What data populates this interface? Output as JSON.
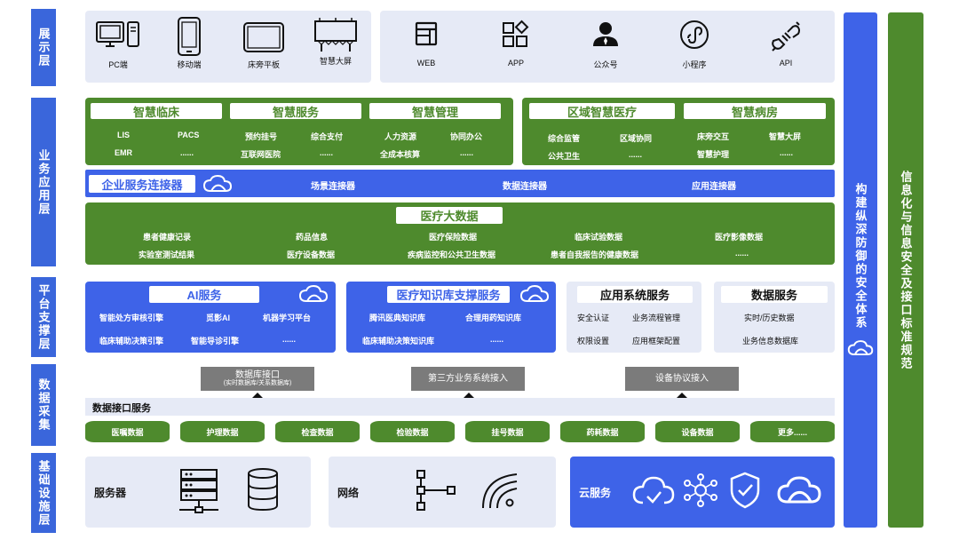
{
  "layers": {
    "display": "展示层",
    "business": "业务应用层",
    "platform": "平台支撑层",
    "data": "数据采集",
    "infra": "基础设施层"
  },
  "display": {
    "left_items": [
      {
        "label": "PC端",
        "icon": "pc-icon"
      },
      {
        "label": "移动端",
        "icon": "mobile-icon"
      },
      {
        "label": "床旁平板",
        "icon": "tablet-icon"
      },
      {
        "label": "智慧大屏",
        "icon": "big-screen-icon"
      }
    ],
    "right_items": [
      {
        "label": "WEB",
        "icon": "web-icon"
      },
      {
        "label": "APP",
        "icon": "app-icon"
      },
      {
        "label": "公众号",
        "icon": "official-account-icon"
      },
      {
        "label": "小程序",
        "icon": "mini-program-icon"
      },
      {
        "label": "API",
        "icon": "api-icon"
      }
    ]
  },
  "business": {
    "group1": {
      "sections": [
        {
          "title": "智慧临床",
          "items": [
            "LIS",
            "PACS",
            "EMR",
            "......"
          ]
        },
        {
          "title": "智慧服务",
          "items": [
            "预约挂号",
            "综合支付",
            "互联网医院",
            "......"
          ]
        },
        {
          "title": "智慧管理",
          "items": [
            "人力资源",
            "协同办公",
            "全成本核算",
            "......"
          ]
        }
      ]
    },
    "group2": {
      "sections": [
        {
          "title": "区域智慧医疗",
          "items": [
            "综合监管",
            "区域协同",
            "公共卫生",
            "......"
          ]
        },
        {
          "title": "智慧病房",
          "items": [
            "床旁交互",
            "智慧大屏",
            "智慧护理",
            "......"
          ]
        }
      ]
    },
    "connector": {
      "title": "企业服务连接器",
      "items": [
        "场景连接器",
        "数据连接器",
        "应用连接器"
      ]
    },
    "bigdata": {
      "title": "医疗大数据",
      "row1": [
        "患者健康记录",
        "药品信息",
        "医疗保险数据",
        "临床试验数据",
        "医疗影像数据"
      ],
      "row2": [
        "实验室测试结果",
        "医疗设备数据",
        "疾病监控和公共卫生数据",
        "患者自我报告的健康数据",
        "......"
      ]
    }
  },
  "platform": {
    "ai": {
      "title": "AI服务",
      "items": [
        "智能处方审核引擎",
        "觅影AI",
        "机器学习平台",
        "临床辅助决策引擎",
        "智能导诊引擎",
        "......"
      ]
    },
    "kb": {
      "title": "医疗知识库支撑服务",
      "items": [
        "腾讯医典知识库",
        "合理用药知识库",
        "临床辅助决策知识库",
        "......"
      ]
    },
    "app": {
      "title": "应用系统服务",
      "items": [
        "安全认证",
        "业务流程管理",
        "权限设置",
        "应用框架配置"
      ]
    },
    "data": {
      "title": "数据服务",
      "items": [
        "实时/历史数据",
        "业务信息数据库"
      ]
    }
  },
  "datacollect": {
    "db_interface": {
      "title": "数据库接口",
      "sub": "(实时数据库/关系数据库)"
    },
    "third_party": "第三方业务系统接入",
    "device": "设备协议接入",
    "service_label": "数据接口服务",
    "cylinders": [
      "医嘱数据",
      "护理数据",
      "检查数据",
      "检验数据",
      "挂号数据",
      "药耗数据",
      "设备数据",
      "更多......"
    ]
  },
  "infra": {
    "server": "服务器",
    "network": "网络",
    "cloud": "云服务"
  },
  "right": {
    "security": "构建纵深防御的安全体系",
    "standard": "信息化与信息安全及接口标准规范"
  },
  "colors": {
    "blue": "#3e63e8",
    "green": "#4e8a2d",
    "light": "#e6eaf6",
    "gray": "#7b7b7b"
  }
}
